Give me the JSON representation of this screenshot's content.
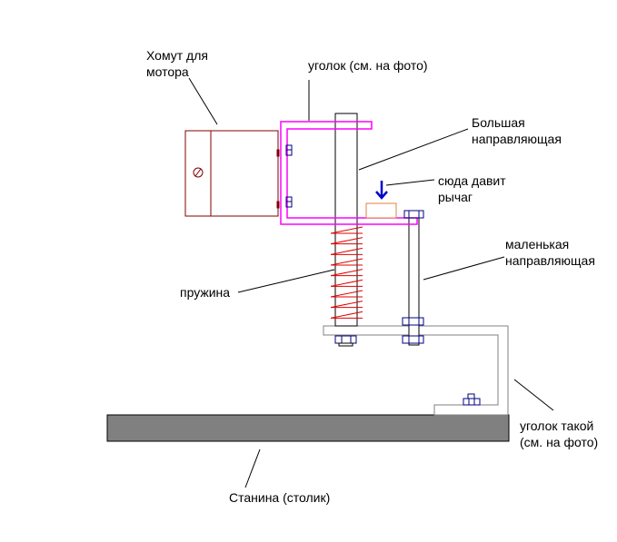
{
  "title": "Схема установки мотора",
  "colors": {
    "clamp": "#800000",
    "bracket": "#ff00ff",
    "spring": "#e00000",
    "bolt": "#000080",
    "arrow": "#0000cc",
    "pad": "#e08040",
    "angle": "#808080",
    "base_fill": "#808080"
  },
  "labels": {
    "clamp": [
      "Хомут для",
      "мотора"
    ],
    "bracket": [
      "уголок (см. на фото)"
    ],
    "big_guide": [
      "Большая",
      "направляющая"
    ],
    "lever": [
      "сюда давит",
      "рычаг"
    ],
    "small_guide": [
      "маленькая",
      "направляющая"
    ],
    "spring": [
      "пружина"
    ],
    "angle": [
      "уголок такой",
      "(см. на фото)"
    ],
    "base": [
      "Станина (столик)"
    ]
  }
}
